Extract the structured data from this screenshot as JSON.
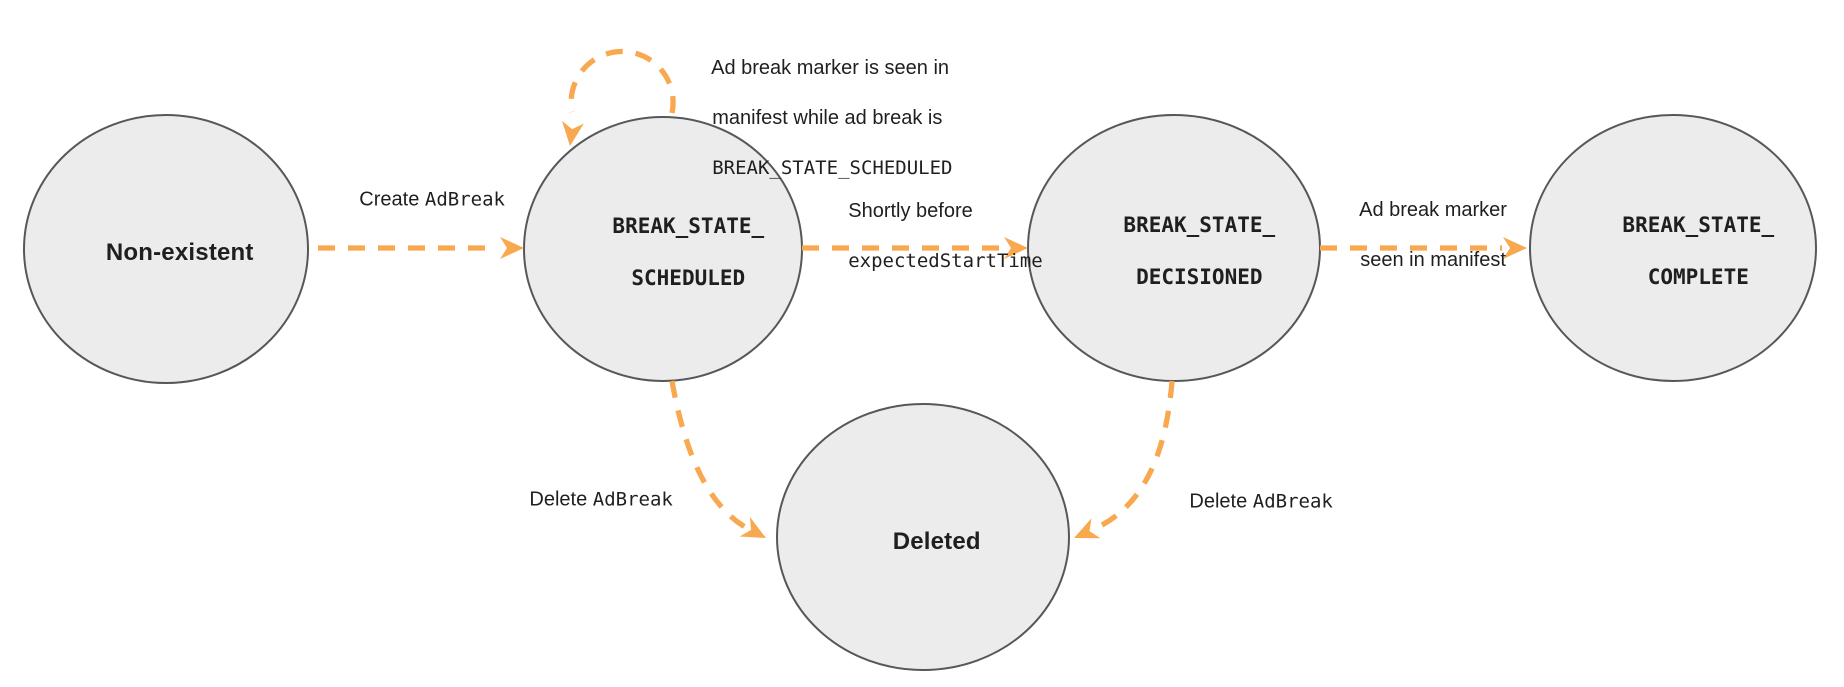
{
  "colors": {
    "arrow": "#f8a84e",
    "node_fill": "#ececec",
    "node_border": "#55575b",
    "text": "#1e1f21"
  },
  "states": {
    "non_existent": {
      "label": "Non-existent"
    },
    "scheduled": {
      "line1": "BREAK_STATE_",
      "line2": "SCHEDULED"
    },
    "decisioned": {
      "line1": "BREAK_STATE_",
      "line2": "DECISIONED"
    },
    "complete": {
      "line1": "BREAK_STATE_",
      "line2": "COMPLETE"
    },
    "deleted": {
      "label": "Deleted"
    }
  },
  "transitions": {
    "create": {
      "plain": "Create ",
      "code": "AdBreak"
    },
    "self_loop": {
      "line1": "Ad break marker is seen in",
      "line2": "manifest while ad break is",
      "line3_code": "BREAK_STATE_SCHEDULED"
    },
    "decision": {
      "line1": "Shortly before",
      "line2_code": "expectedStartTime"
    },
    "marker_seen": {
      "line1": "Ad break marker",
      "line2": "seen in manifest"
    },
    "delete_from_scheduled": {
      "plain": "Delete ",
      "code": "AdBreak"
    },
    "delete_from_decisioned": {
      "plain": "Delete ",
      "code": "AdBreak"
    }
  }
}
